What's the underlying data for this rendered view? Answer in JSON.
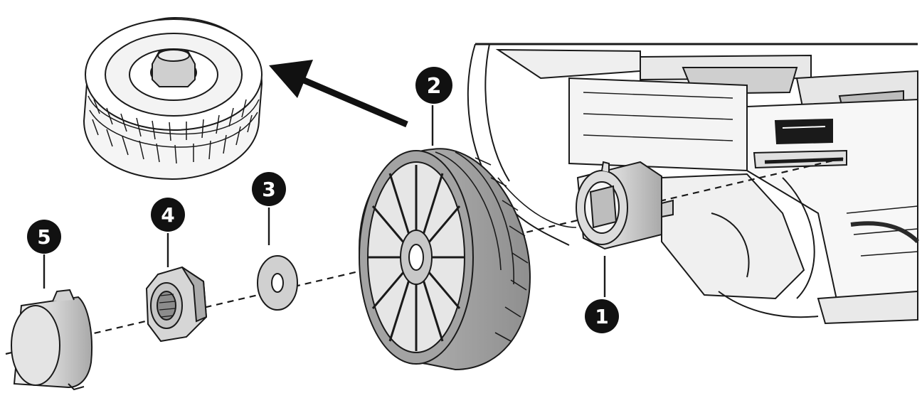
{
  "diagram": {
    "callouts": [
      {
        "id": "1",
        "label": "1"
      },
      {
        "id": "2",
        "label": "2"
      },
      {
        "id": "3",
        "label": "3"
      },
      {
        "id": "4",
        "label": "4"
      },
      {
        "id": "5",
        "label": "5"
      }
    ]
  },
  "colors": {
    "ink": "#1a1a1a",
    "part_fill": "#d9d9d9",
    "part_dark": "#8c8c8c",
    "badge": "#111111"
  }
}
